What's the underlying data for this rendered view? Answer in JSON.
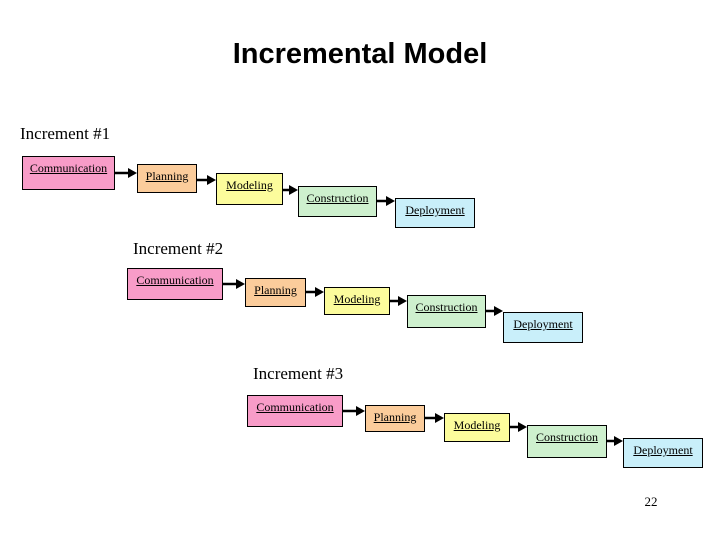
{
  "slide": {
    "title": "Incremental Model",
    "page_number": "22"
  },
  "phase_colors": {
    "communication": "#F89CC8",
    "planning": "#FBCC9B",
    "modeling": "#FCFC9C",
    "construction": "#CEF0CE",
    "deployment": "#C9EFFA"
  },
  "increments": [
    {
      "label": "Increment #1",
      "phases": [
        "Communication",
        "Planning",
        "Modeling",
        "Construction",
        "Deployment"
      ]
    },
    {
      "label": "Increment #2",
      "phases": [
        "Communication",
        "Planning",
        "Modeling",
        "Construction",
        "Deployment"
      ]
    },
    {
      "label": "Increment #3",
      "phases": [
        "Communication",
        "Planning",
        "Modeling",
        "Construction",
        "Deployment"
      ]
    }
  ]
}
